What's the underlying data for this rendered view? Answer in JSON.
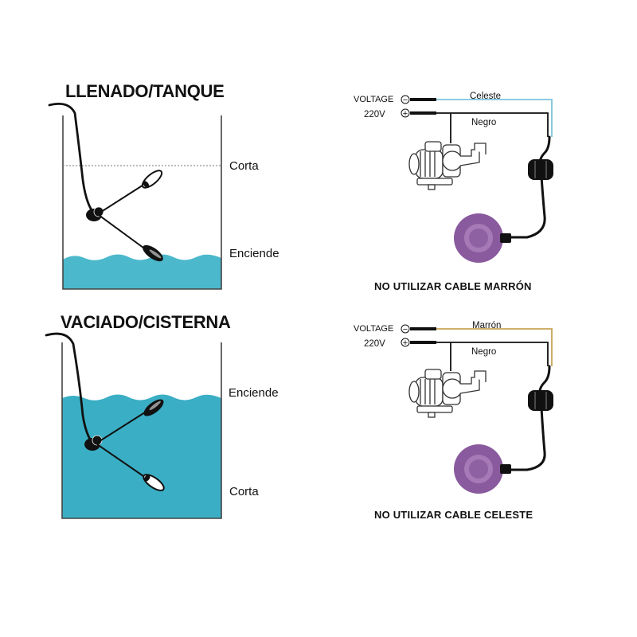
{
  "colors": {
    "water_light": "#4bb8cc",
    "water_dark": "#3aaec4",
    "cable": "#111111",
    "wire_celeste": "#7cc4de",
    "wire_marron": "#c8a458",
    "float_purple": "#8a5a9e",
    "tank_wall": "#444444"
  },
  "fill_tank": {
    "title": "LLENADO/TANQUE",
    "label_top": "Corta",
    "label_bottom": "Enciende",
    "water_level": 0.18
  },
  "empty_tank": {
    "title": "VACIADO/CISTERNA",
    "label_top": "Enciende",
    "label_bottom": "Corta",
    "water_level": 0.78
  },
  "wiring_top": {
    "voltage_label": "VOLTAGE",
    "voltage_value": "220V",
    "minus_symbol": "−",
    "plus_symbol": "+",
    "wire_1_label": "Celeste",
    "wire_2_label": "Negro",
    "caption": "NO UTILIZAR CABLE MARRÓN",
    "wire_1_color": "#7cc4de"
  },
  "wiring_bottom": {
    "voltage_label": "VOLTAGE",
    "voltage_value": "220V",
    "minus_symbol": "−",
    "plus_symbol": "+",
    "wire_1_label": "Marrón",
    "wire_2_label": "Negro",
    "caption": "NO UTILIZAR CABLE CELESTE",
    "wire_1_color": "#c8a458"
  }
}
